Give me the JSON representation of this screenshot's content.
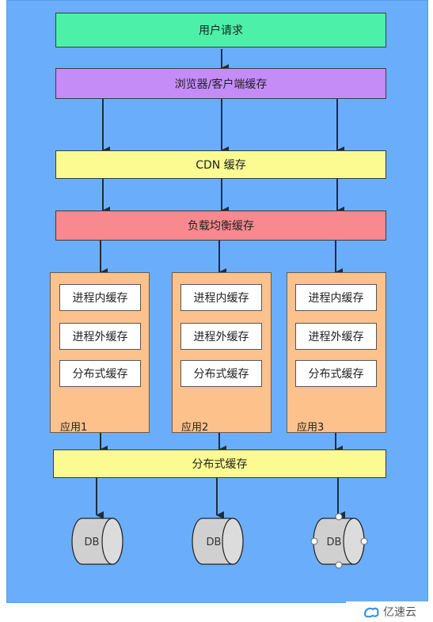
{
  "diagram": {
    "user_request": "用户请求",
    "browser_cache": "浏览器/客户端缓存",
    "cdn_cache": "CDN 缓存",
    "lb_cache": "负载均衡缓存",
    "apps": [
      {
        "label": "应用1",
        "in_process": "进程内缓存",
        "out_process": "进程外缓存",
        "distributed": "分布式缓存"
      },
      {
        "label": "应用2",
        "in_process": "进程内缓存",
        "out_process": "进程外缓存",
        "distributed": "分布式缓存"
      },
      {
        "label": "应用3",
        "in_process": "进程内缓存",
        "out_process": "进程外缓存",
        "distributed": "分布式缓存"
      }
    ],
    "distributed_cache": "分布式缓存",
    "databases": [
      "DB",
      "DB",
      "DB"
    ]
  },
  "colors": {
    "background": "#6aaefb",
    "user_request": "#4cf0a8",
    "browser_cache": "#c58cf7",
    "cdn_cache": "#fbfb92",
    "lb_cache": "#f7898f",
    "app_box": "#fdc28c",
    "distributed_cache": "#fbfb92",
    "db": "#d0d0d0"
  },
  "watermark": {
    "text": "亿速云",
    "logo_icon": "yisu-cloud-logo-icon"
  }
}
